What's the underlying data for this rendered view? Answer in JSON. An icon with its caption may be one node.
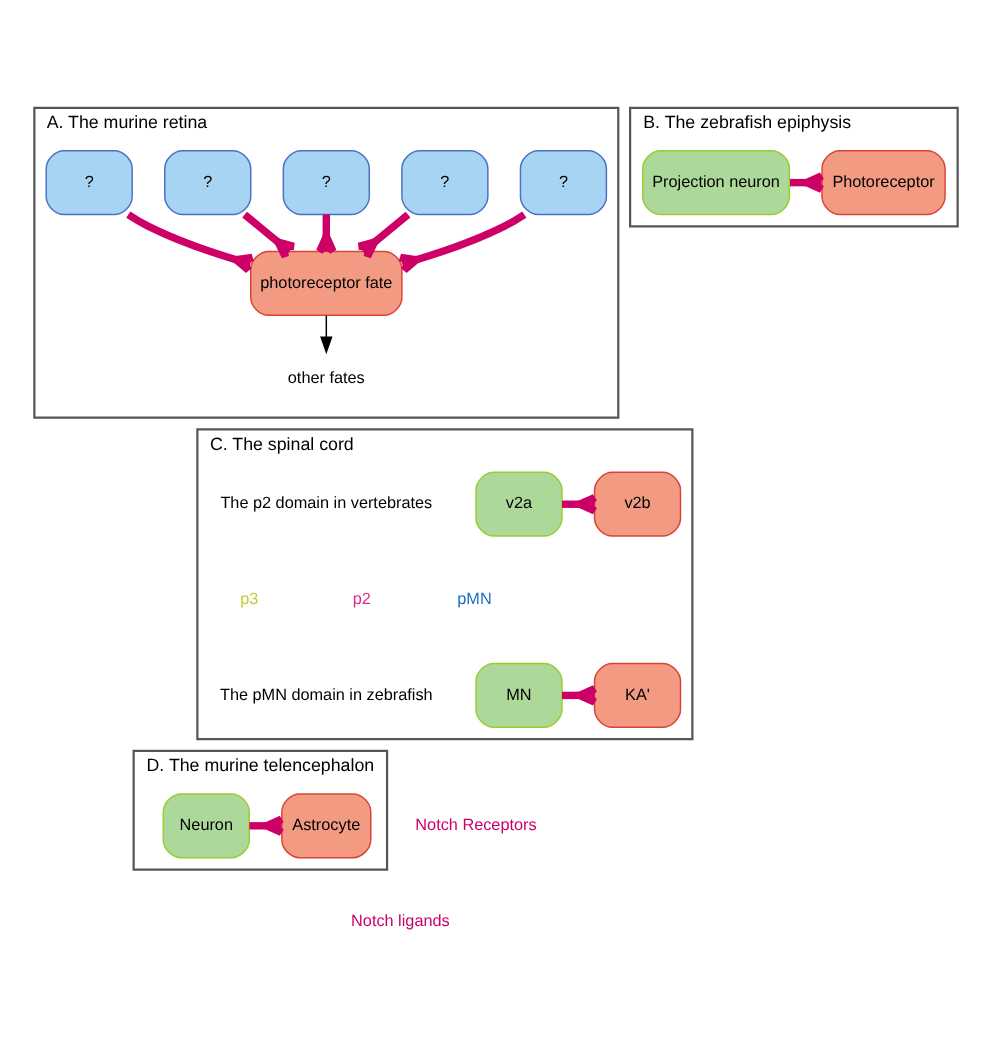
{
  "diagram": {
    "nodes": [
      {
        "text": [
          "A. The murine retina"
        ]
      },
      {
        "text": [
          "?"
        ],
        "in": 0
      },
      {
        "text": [
          "?"
        ],
        "in": 0
      },
      {
        "text": [
          "?"
        ],
        "in": 0
      },
      {
        "text": [
          "?"
        ],
        "in": 0
      },
      {
        "text": [
          "?"
        ],
        "in": 0
      },
      {
        "text": [
          "photoreceptor fate"
        ],
        "in": 0
      },
      {
        "text": [
          "other fates"
        ],
        "in": 0
      },
      {
        "text": [
          "B. The zebrafish epiphysis"
        ]
      },
      {
        "text": [
          "Photoreceptor"
        ],
        "in": 8
      },
      {
        "text": [
          "Projection neuron"
        ],
        "in": 8
      },
      {
        "text": [
          "C. The spinal cord"
        ]
      },
      {
        "text": [
          "v2b"
        ],
        "in": 11
      },
      {
        "text": [
          "v2a"
        ],
        "in": 11
      },
      {
        "text": [
          "KA'"
        ],
        "in": 11
      },
      {
        "text": [
          "MN"
        ],
        "in": 11
      },
      {
        "text": [
          "D. The murine telencephalon"
        ]
      },
      {
        "text": [
          "Astrocyte"
        ],
        "in": 16
      },
      {
        "text": [
          "Neuron"
        ],
        "in": 16
      }
    ],
    "edges": [
      {
        "from": 1,
        "to": 6,
        "arrow": "other"
      },
      {
        "from": 2,
        "to": 6,
        "arrow": "other"
      },
      {
        "from": 3,
        "to": 6,
        "arrow": "other"
      },
      {
        "from": 4,
        "to": 6,
        "arrow": "other"
      },
      {
        "from": 5,
        "to": 6,
        "arrow": "other"
      },
      {
        "from": 6,
        "to": 7,
        "arrow": "to",
        "color": "#000000"
      },
      {
        "from": 10,
        "to": 9,
        "arrow": "other"
      },
      {
        "from": 13,
        "to": 12,
        "arrow": "other"
      },
      {
        "from": 15,
        "to": 14,
        "arrow": "other"
      },
      {
        "from": 18,
        "to": 17,
        "arrow": "other"
      }
    ],
    "labels": [
      "The p2 domain in vertebrates",
      "p2",
      "pMN",
      "p3",
      "The pMN domain in zebrafish"
    ],
    "legend": [
      {
        "text": "Notch Receptors"
      },
      {
        "text": "Notch ligands"
      }
    ]
  }
}
